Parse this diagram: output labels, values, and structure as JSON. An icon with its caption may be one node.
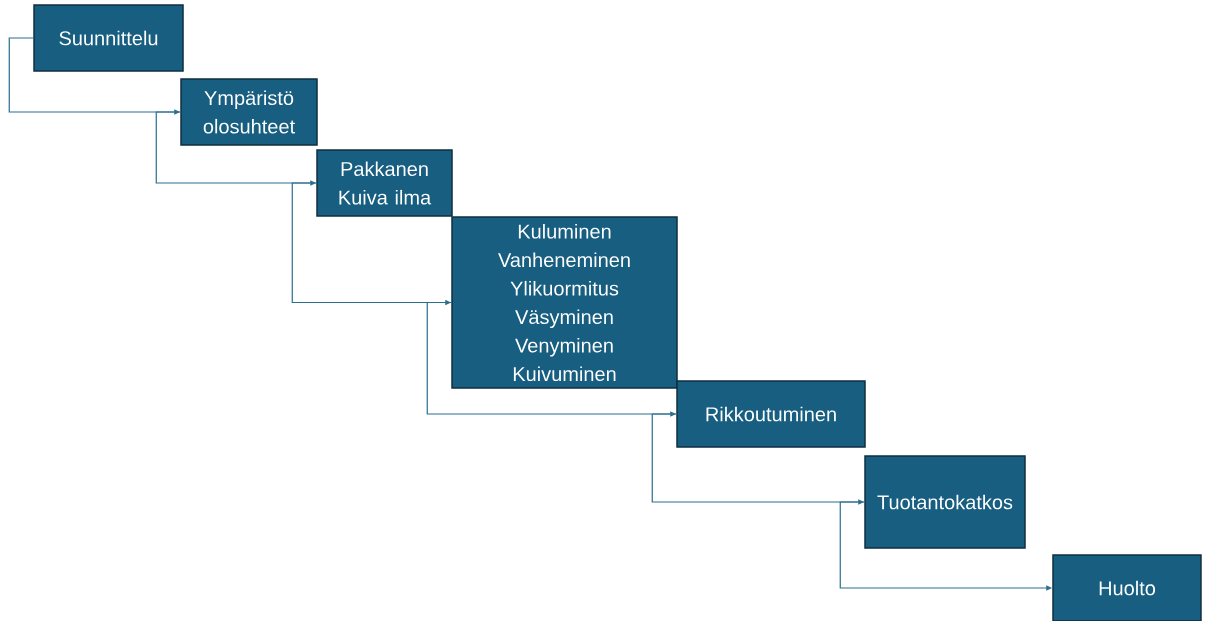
{
  "diagram": {
    "nodes": [
      {
        "text": [
          "Suunnittelu"
        ]
      },
      {
        "text": [
          "Ympäristö olosuhteet"
        ]
      },
      {
        "text": [
          "Pakkanen",
          "Kuiva ilma"
        ]
      },
      {
        "text": [
          "Kuluminen",
          "Vanheneminen",
          "Ylikuormitus",
          "Väsyminen",
          "Venyminen",
          "Kuivuminen"
        ]
      },
      {
        "text": [
          "Rikkoutuminen"
        ]
      },
      {
        "text": [
          "Tuotantokatkos"
        ]
      },
      {
        "text": [
          "Huolto"
        ]
      }
    ],
    "edges": [
      {
        "from": 0,
        "to": 1,
        "arrow": "to"
      },
      {
        "from": 1,
        "to": 2,
        "arrow": "to"
      },
      {
        "from": 2,
        "to": 3,
        "arrow": "to"
      },
      {
        "from": 3,
        "to": 4,
        "arrow": "to"
      },
      {
        "from": 4,
        "to": 5,
        "arrow": "to"
      },
      {
        "from": 5,
        "to": 6,
        "arrow": "to"
      }
    ]
  }
}
